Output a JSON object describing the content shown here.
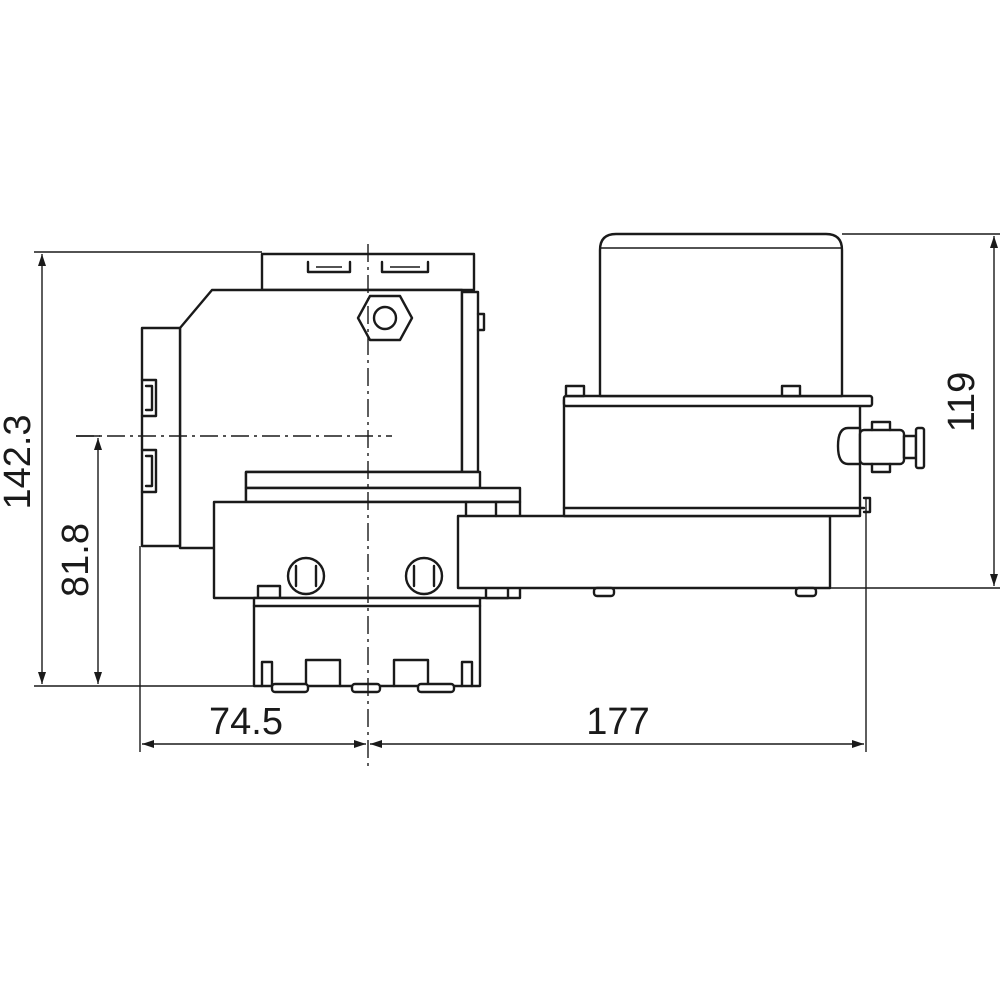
{
  "dimensions": {
    "total_height": "142.3",
    "axis_height": "81.8",
    "left_offset": "74.5",
    "right_offset": "177",
    "motor_height": "119"
  }
}
